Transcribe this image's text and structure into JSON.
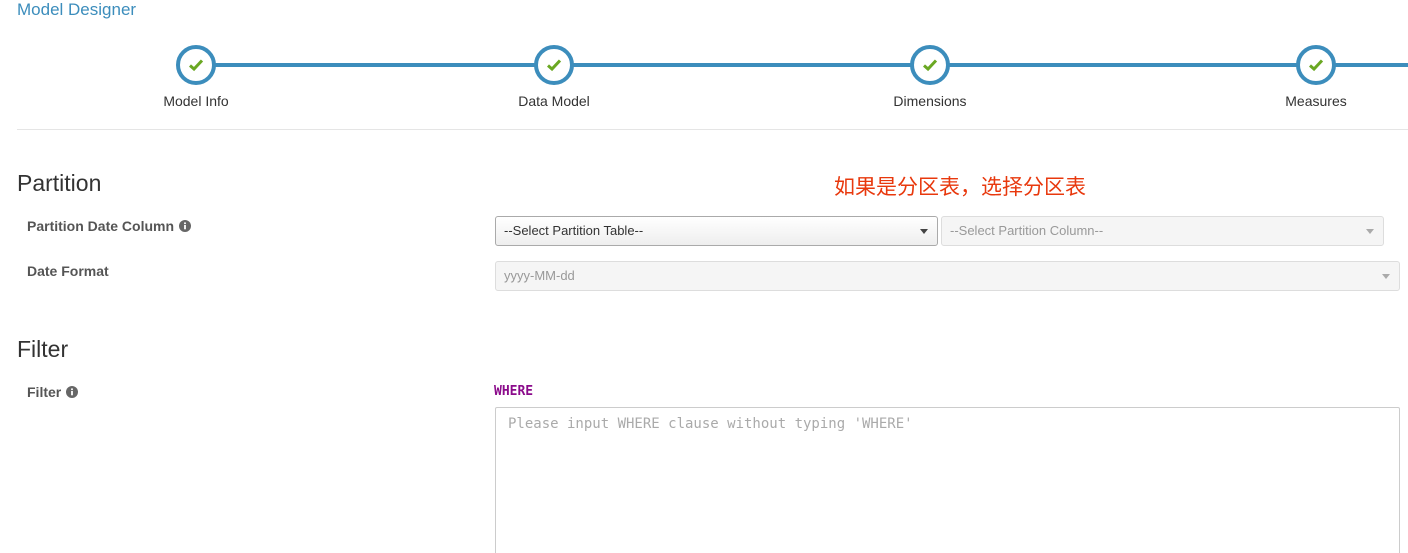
{
  "header": {
    "title": "Model Designer"
  },
  "wizard": {
    "steps": [
      {
        "label": "Model Info"
      },
      {
        "label": "Data Model"
      },
      {
        "label": "Dimensions"
      },
      {
        "label": "Measures"
      }
    ],
    "accent_color": "#3c8dbc",
    "check_color": "#6aa822"
  },
  "partition": {
    "title": "Partition",
    "annotation": "如果是分区表，选择分区表",
    "date_column_label": "Partition Date Column",
    "table_select": "--Select Partition Table--",
    "column_select": "--Select Partition Column--",
    "date_format_label": "Date Format",
    "date_format_value": "yyyy-MM-dd"
  },
  "filter": {
    "title": "Filter",
    "label": "Filter",
    "where_keyword": "WHERE",
    "placeholder": "Please input WHERE clause without typing 'WHERE'"
  }
}
